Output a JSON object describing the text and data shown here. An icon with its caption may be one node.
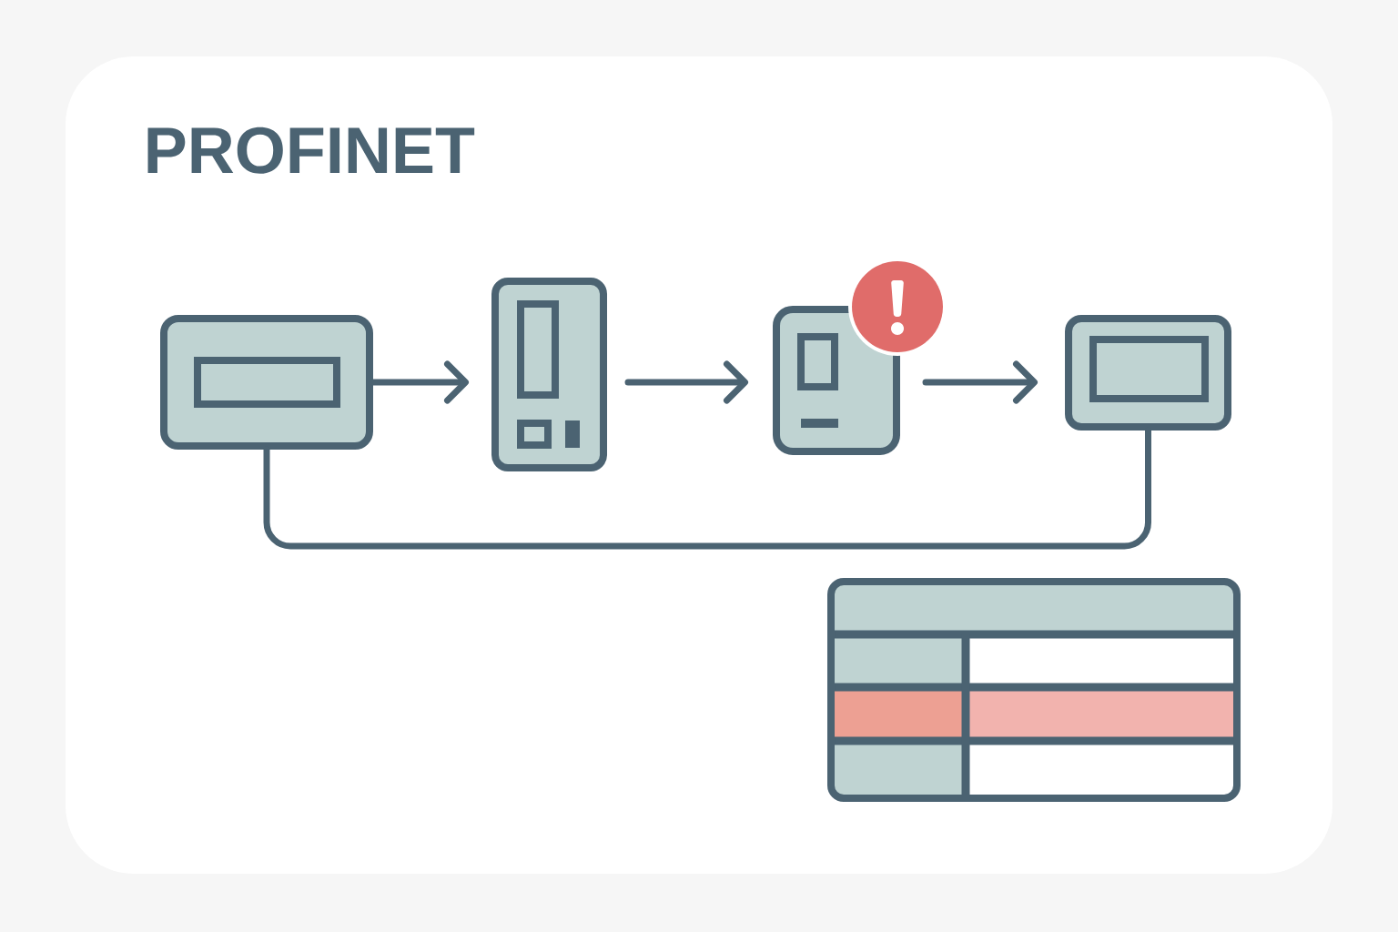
{
  "diagram": {
    "title": "PROFINET",
    "nodes": [
      {
        "text": [],
        "shape": "box"
      },
      {
        "text": [],
        "shape": "box"
      },
      {
        "text": [],
        "shape": "box"
      },
      {
        "text": [],
        "shape": "box"
      }
    ],
    "edges": [
      {
        "from": 0,
        "to": 1,
        "arrow": "to"
      },
      {
        "from": 1,
        "to": 2,
        "arrow": "to"
      },
      {
        "from": 2,
        "to": 3,
        "arrow": "to"
      },
      {
        "from": 0,
        "to": 3,
        "arrow": "none"
      }
    ]
  }
}
